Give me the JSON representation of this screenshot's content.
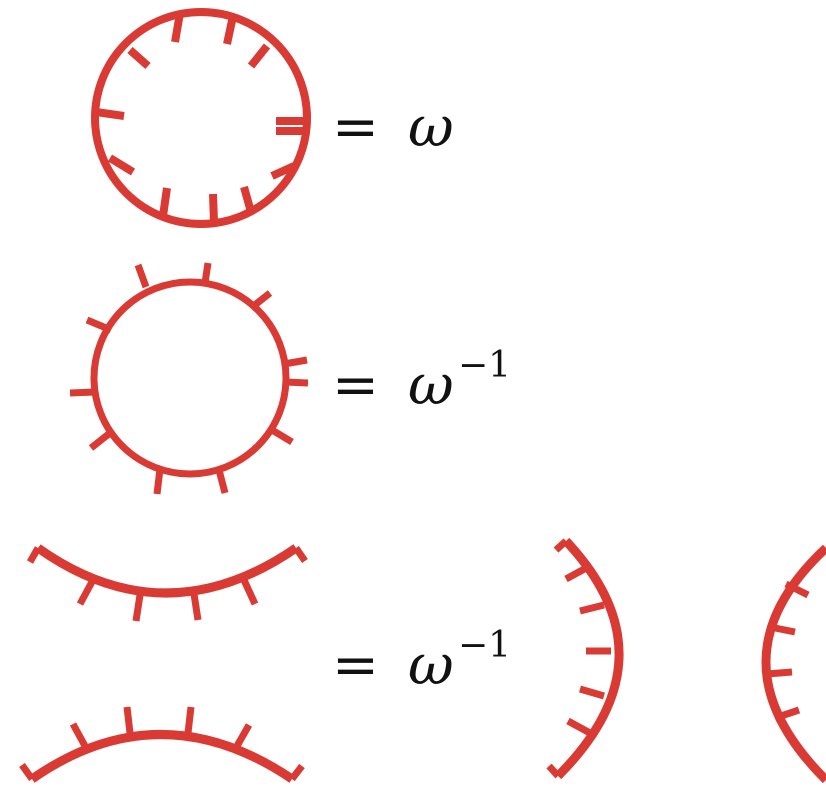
{
  "colors": {
    "stroke": "#d93a33",
    "text": "#111111"
  },
  "equations": [
    {
      "lhs": "=",
      "symbol": "ω",
      "exponent": ""
    },
    {
      "lhs": "=",
      "symbol": "ω",
      "exponent": "−1"
    },
    {
      "lhs": "=",
      "symbol": "ω",
      "exponent": "−1"
    }
  ]
}
